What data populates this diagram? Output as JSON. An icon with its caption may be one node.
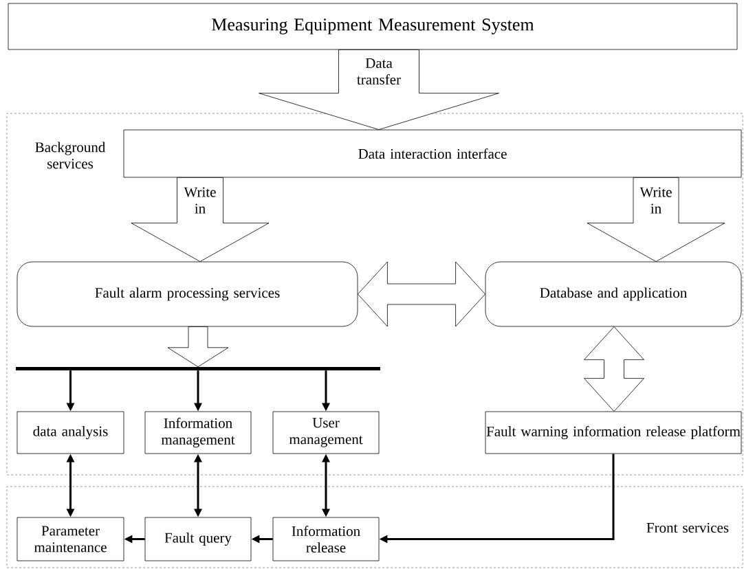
{
  "diagram": {
    "nodes": [
      {
        "text": [
          "Measuring Equipment Measurement System"
        ]
      },
      {
        "text": [
          "Background services"
        ]
      },
      {
        "text": [
          "Data interaction interface"
        ],
        "in": 1
      },
      {
        "text": [
          "Fault alarm processing services"
        ],
        "in": 1
      },
      {
        "text": [
          "Database and application"
        ],
        "in": 1
      },
      {
        "text": [],
        "shape": "bar",
        "in": 1
      },
      {
        "text": [
          "data analysis"
        ],
        "in": 1
      },
      {
        "text": [
          "Information management"
        ],
        "in": 1
      },
      {
        "text": [
          "User management"
        ],
        "in": 1
      },
      {
        "text": [
          "Fault warning information release platform"
        ],
        "in": 1
      },
      {
        "text": [
          "Front services"
        ]
      },
      {
        "text": [
          "Parameter maintenance"
        ],
        "in": 10
      },
      {
        "text": [
          "Fault query"
        ],
        "in": 10
      },
      {
        "text": [
          "Information release"
        ],
        "in": 10
      }
    ],
    "edges": [
      {
        "from": 0,
        "to": 2,
        "arrow": "to",
        "label": "Data transfer"
      },
      {
        "from": 2,
        "to": 3,
        "arrow": "to",
        "label": "Write in"
      },
      {
        "from": 2,
        "to": 4,
        "arrow": "to",
        "label": "Write in"
      },
      {
        "from": 3,
        "to": 4,
        "arrow": "both"
      },
      {
        "from": 3,
        "to": 5,
        "arrow": "to"
      },
      {
        "from": 5,
        "to": 6,
        "arrow": "to"
      },
      {
        "from": 5,
        "to": 7,
        "arrow": "to"
      },
      {
        "from": 5,
        "to": 8,
        "arrow": "to"
      },
      {
        "from": 4,
        "to": 9,
        "arrow": "both"
      },
      {
        "from": 6,
        "to": 11,
        "arrow": "both"
      },
      {
        "from": 7,
        "to": 12,
        "arrow": "both"
      },
      {
        "from": 8,
        "to": 13,
        "arrow": "both"
      },
      {
        "from": 9,
        "to": 13,
        "arrow": "to"
      },
      {
        "from": 13,
        "to": 12,
        "arrow": "to"
      },
      {
        "from": 12,
        "to": 11,
        "arrow": "to"
      }
    ]
  }
}
